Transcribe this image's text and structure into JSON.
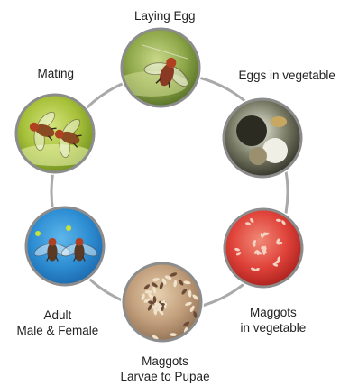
{
  "stages": [
    {
      "label": [
        "Laying Egg"
      ],
      "photo": "fly-laying-egg",
      "colors": {
        "inner": "#c9d98a",
        "mid": "#8fa84a",
        "outer": "#4f6a22",
        "accent": "#8a3a24"
      }
    },
    {
      "label": [
        "Eggs in vegetable"
      ],
      "photo": "eggs-in-vegetable",
      "colors": {
        "inner": "#e8eddc",
        "mid": "#7a7c66",
        "outer": "#2a2a22",
        "accent": "#c8a860"
      }
    },
    {
      "label": [
        "Maggots",
        "in vegetable"
      ],
      "photo": "maggots-in-vegetable",
      "colors": {
        "inner": "#f08a78",
        "mid": "#e0433a",
        "outer": "#a51d1a",
        "accent": "#f4d2c2"
      }
    },
    {
      "label": [
        "Maggots",
        "Larvae to Pupae"
      ],
      "photo": "larvae-to-pupae",
      "colors": {
        "inner": "#e6cfae",
        "mid": "#c29f7c",
        "outer": "#8e6e52",
        "accent": "#6b4a38"
      }
    },
    {
      "label": [
        "Adult",
        "Male & Female"
      ],
      "photo": "adult-male-female",
      "colors": {
        "inner": "#5eb6ea",
        "mid": "#2f8fd4",
        "outer": "#1a64a8",
        "accent": "#6f3e22"
      }
    },
    {
      "label": [
        "Mating"
      ],
      "photo": "mating-flies",
      "colors": {
        "inner": "#d5e47e",
        "mid": "#a7c13a",
        "outer": "#6b8a1e",
        "accent": "#8a4a22"
      }
    }
  ],
  "ring_color": "#a9a9a9",
  "border_color": "#8c8c8c"
}
